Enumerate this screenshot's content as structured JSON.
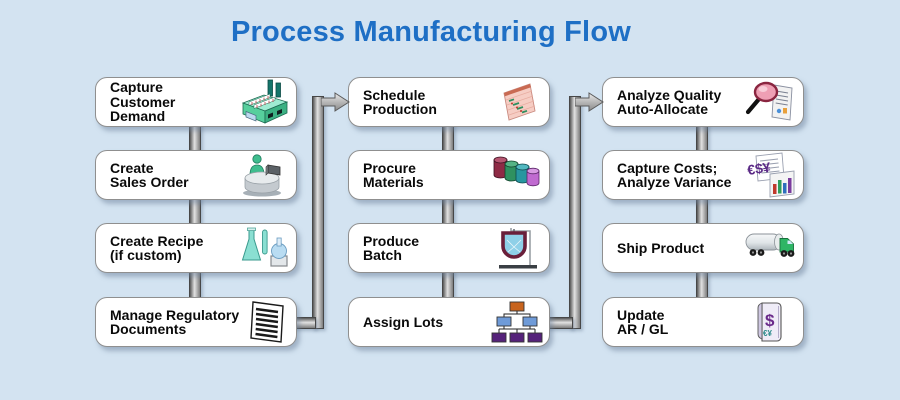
{
  "title": "Process Manufacturing Flow",
  "colors": {
    "background": "#d3e3f1",
    "title": "#1e6fc5",
    "box_fill": "#ffffff",
    "box_border": "#8f8f8f",
    "pipe_gray": "#8a8a8a",
    "text": "#0a0a0a"
  },
  "columns": [
    {
      "name": "demand-and-setup",
      "items": [
        {
          "label_lines": [
            "Capture",
            "Customer",
            "Demand"
          ],
          "icon": "factory-icon"
        },
        {
          "label_lines": [
            "Create",
            "Sales Order"
          ],
          "icon": "sales-desk-icon"
        },
        {
          "label_lines": [
            "Create Recipe",
            "(if custom)"
          ],
          "icon": "recipe-flasks-icon"
        },
        {
          "label_lines": [
            "Manage Regulatory",
            "Documents"
          ],
          "icon": "regulatory-document-icon"
        }
      ]
    },
    {
      "name": "production",
      "items": [
        {
          "label_lines": [
            "Schedule",
            "Production"
          ],
          "icon": "schedule-board-icon"
        },
        {
          "label_lines": [
            "Procure",
            "Materials"
          ],
          "icon": "material-barrels-icon"
        },
        {
          "label_lines": [
            "Produce",
            "Batch"
          ],
          "icon": "batch-vessel-icon"
        },
        {
          "label_lines": [
            "Assign Lots"
          ],
          "icon": "lot-org-chart-icon"
        }
      ]
    },
    {
      "name": "analysis-and-shipping",
      "items": [
        {
          "label_lines": [
            "Analyze Quality",
            "Auto-Allocate"
          ],
          "icon": "quality-magnifier-icon"
        },
        {
          "label_lines": [
            "Capture Costs;",
            "Analyze Variance"
          ],
          "icon": "cost-analysis-icon"
        },
        {
          "label_lines": [
            "Ship Product"
          ],
          "icon": "tanker-truck-icon"
        },
        {
          "label_lines": [
            "Update",
            "AR / GL"
          ],
          "icon": "ledger-book-icon"
        }
      ]
    }
  ],
  "connectors": [
    {
      "from": "Manage Regulatory Documents",
      "to": "Schedule Production"
    },
    {
      "from": "Assign Lots",
      "to": "Analyze Quality Auto-Allocate"
    }
  ]
}
